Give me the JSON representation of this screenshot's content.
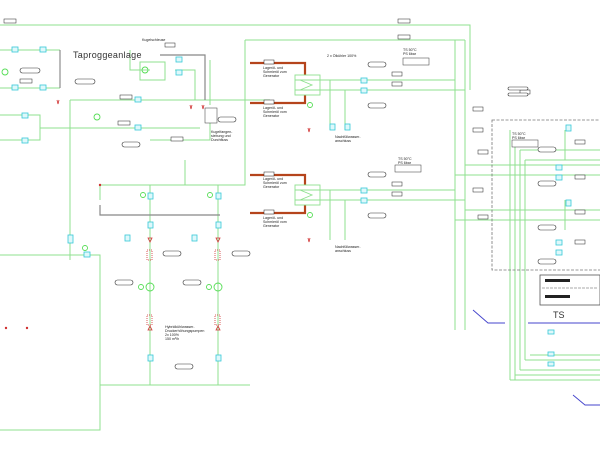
{
  "diagram": {
    "type": "piping-and-instrumentation",
    "colors": {
      "pipe_cooling": "#8fe08f",
      "pipe_oil": "#b5441c",
      "pipe_gray": "#888888",
      "pipe_blue": "#4444cc",
      "instrument": "#35c8d8",
      "valve_red": "#d03030",
      "pump_green": "#55dd55",
      "text": "#222222"
    },
    "labels": {
      "taprogge": "Taproggeanlage",
      "kugelschleuse": "Kugelschleuse",
      "kugelfangen": "Kugelfangen-\nsiebung und\nDurchfluss",
      "oelkuehler": "2 x Ölkühler 100%",
      "nachfuell_1": "Nachfüllwasser-\nanschluss",
      "nachfuell_2": "Nachfüllwasser-\nanschluss",
      "pumpen": "Hybridkühlwasser-\nDruckerhöhungspumpen\n2x 100%\n150 m³/h",
      "ts": "TS",
      "oil_in_1": "Lageröl- und\nSchmieröl zum\nGenerator",
      "oil_in_2": "Lageröl- und\nSchmieröl vom\nGenerator",
      "oil_in_3": "Lageröl- und\nSchmieröl zum\nGenerator",
      "oil_in_4": "Lageröl- und\nSchmieröl vom\nGenerator",
      "temp_1": "TS 50°C\nPS 6bar",
      "temp_2": "TS 50°C\nPS 6bar",
      "temp_3": "TS 50°C\nPS 6bar"
    }
  }
}
